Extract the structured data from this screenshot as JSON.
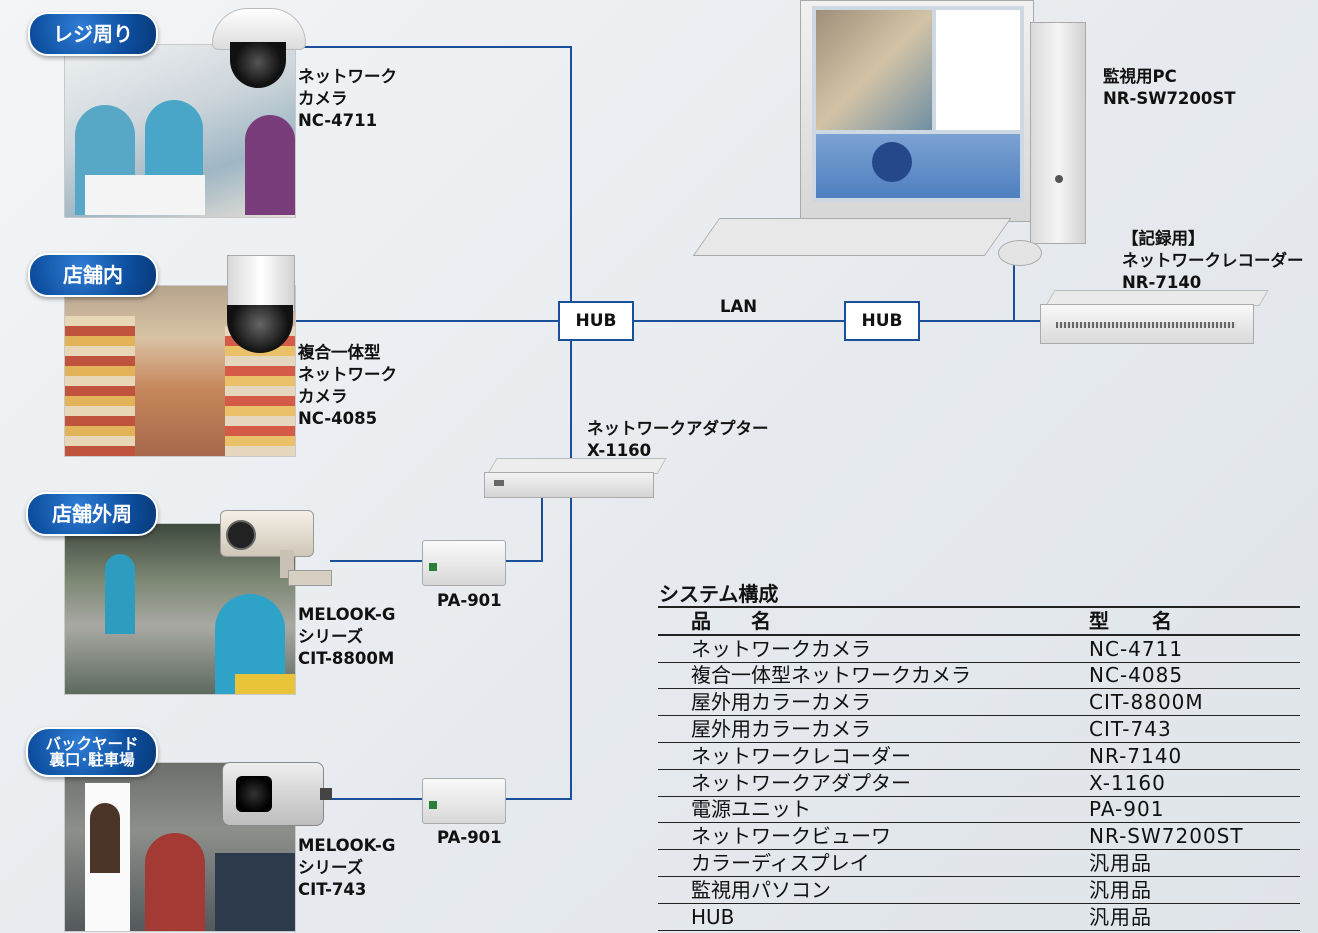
{
  "locations": {
    "register": "レジ周り",
    "store_inside": "店舗内",
    "store_outside": "店舗外周",
    "backyard": "バックヤード\n裏口･駐車場"
  },
  "devices": {
    "cam1": "ネットワーク\nカメラ\nNC-4711",
    "cam2": "複合一体型\nネットワーク\nカメラ\nNC-4085",
    "cam3": "MELOOK-G\nシリーズ\nCIT-8800M",
    "cam4": "MELOOK-G\nシリーズ\nCIT-743",
    "pa1": "PA-901",
    "pa2": "PA-901",
    "adapter": "ネットワークアダプター\nX-1160",
    "hub1": "HUB",
    "hub2": "HUB",
    "lan": "LAN",
    "pc": "監視用PC\nNR-SW7200ST",
    "recorder": "【記録用】\nネットワークレコーダー\nNR-7140"
  },
  "table": {
    "title": "システム構成",
    "headers": [
      "品　　名",
      "型　　名"
    ],
    "rows": [
      [
        "ネットワークカメラ",
        "NC-4711"
      ],
      [
        "複合一体型ネットワークカメラ",
        "NC-4085"
      ],
      [
        "屋外用カラーカメラ",
        "CIT-8800M"
      ],
      [
        "屋外用カラーカメラ",
        "CIT-743"
      ],
      [
        "ネットワークレコーダー",
        "NR-7140"
      ],
      [
        "ネットワークアダプター",
        "X-1160"
      ],
      [
        "電源ユニット",
        "PA-901"
      ],
      [
        "ネットワークビューワ",
        "NR-SW7200ST"
      ],
      [
        "カラーディスプレイ",
        "汎用品"
      ],
      [
        "監視用パソコン",
        "汎用品"
      ],
      [
        "HUB",
        "汎用品"
      ]
    ]
  }
}
